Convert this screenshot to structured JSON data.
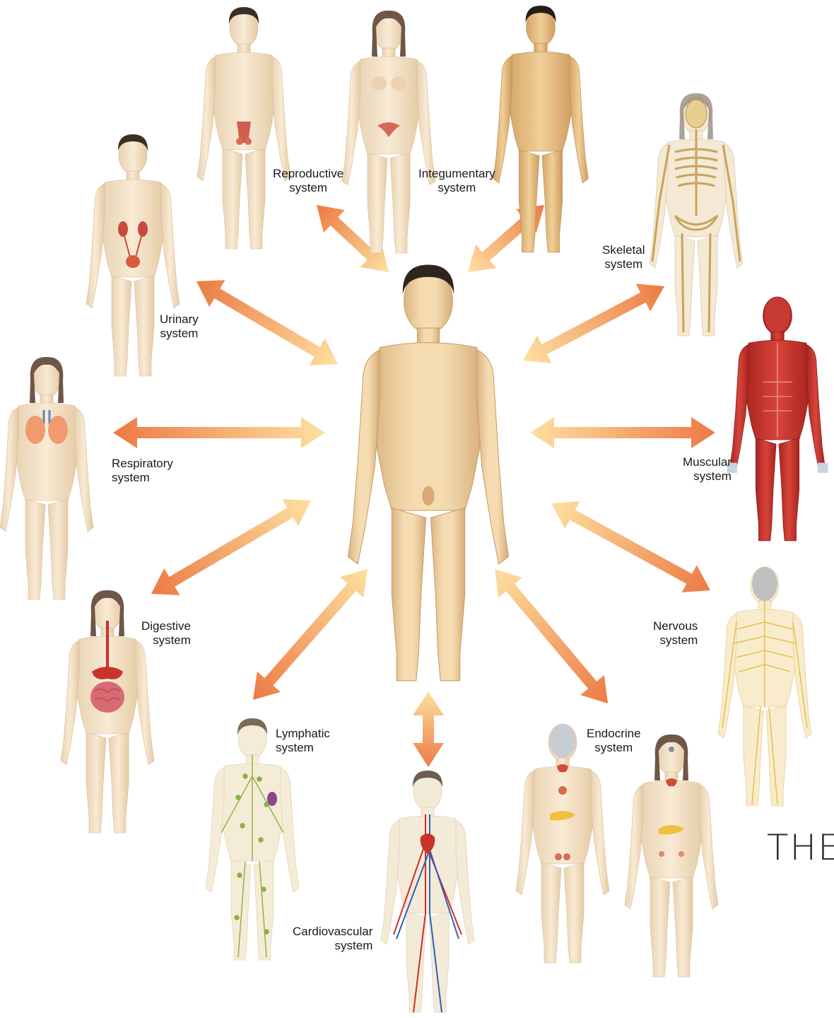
{
  "colors": {
    "skin": "#f0d3a4",
    "skin_shadow": "#d9b07a",
    "hair": "#3a2e28",
    "arrow_light": "#fbd48c",
    "arrow_dark": "#ee8048",
    "muscle": "#c8322e",
    "bone": "#ebd6a8",
    "nerve": "#f2cf5c",
    "lymph": "#97b54a",
    "artery": "#d42b26",
    "vein": "#2f5fb8",
    "organ": "#d66b3e"
  },
  "systems": [
    {
      "id": "reproductive",
      "line1": "Reproductive",
      "line2": "system",
      "icon": "reproductive-figure-icon"
    },
    {
      "id": "integumentary",
      "line1": "Integumentary",
      "line2": "system",
      "icon": "integumentary-figure-icon"
    },
    {
      "id": "skeletal",
      "line1": "Skeletal",
      "line2": "system",
      "icon": "skeleton-figure-icon"
    },
    {
      "id": "urinary",
      "line1": "Urinary",
      "line2": "system",
      "icon": "urinary-figure-icon"
    },
    {
      "id": "muscular",
      "line1": "Muscular",
      "line2": "system",
      "icon": "muscle-figure-icon"
    },
    {
      "id": "respiratory",
      "line1": "Respiratory",
      "line2": "system",
      "icon": "lungs-figure-icon"
    },
    {
      "id": "nervous",
      "line1": "Nervous",
      "line2": "system",
      "icon": "nerves-figure-icon"
    },
    {
      "id": "digestive",
      "line1": "Digestive",
      "line2": "system",
      "icon": "digestive-figure-icon"
    },
    {
      "id": "lymphatic",
      "line1": "Lymphatic",
      "line2": "system",
      "icon": "lymph-figure-icon"
    },
    {
      "id": "endocrine",
      "line1": "Endocrine",
      "line2": "system",
      "icon": "endocrine-figure-icon"
    },
    {
      "id": "cardiovascular",
      "line1": "Cardiovascular",
      "line2": "system",
      "icon": "heart-vessels-figure-icon"
    }
  ],
  "partial_text": "THE"
}
